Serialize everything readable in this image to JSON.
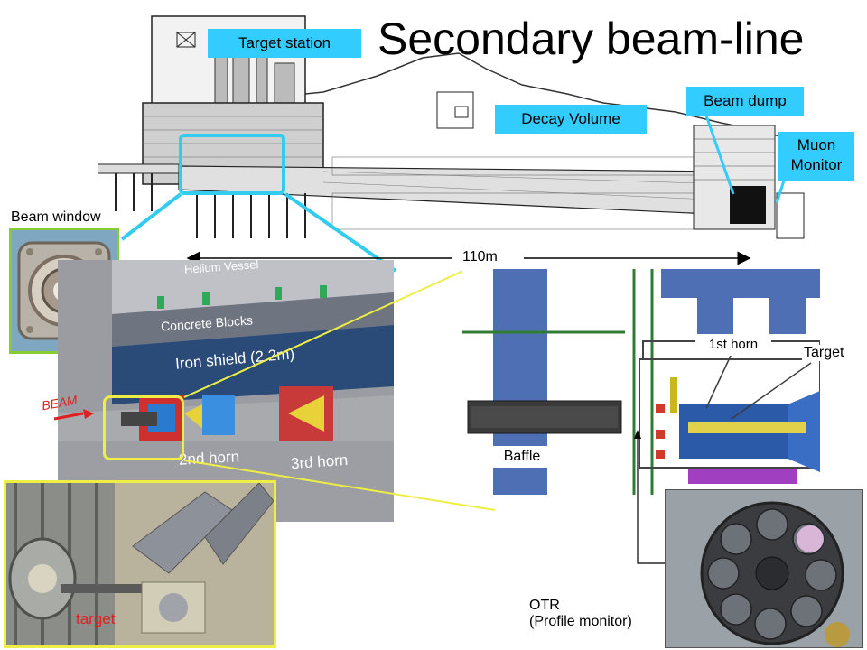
{
  "title": "Secondary beam-line",
  "callouts": {
    "target_station": "Target station",
    "decay_volume": "Decay Volume",
    "beam_dump": "Beam dump",
    "muon_monitor_line1": "Muon",
    "muon_monitor_line2": "Monitor"
  },
  "labels": {
    "beam_window": "Beam window",
    "distance": "110m",
    "helium_vessel": "Helium Vessel",
    "concrete_blocks": "Concrete Blocks",
    "iron_shield": "Iron shield (2.2m)",
    "beam": "BEAM",
    "second_horn": "2nd horn",
    "third_horn": "3rd horn",
    "first_horn": "1st horn",
    "target": "Target",
    "baffle": "Baffle",
    "otr_line1": "OTR",
    "otr_line2": "(Profile monitor)",
    "target_photo": "target"
  },
  "colors": {
    "callout_bg": "#33ccff",
    "highlight_cyan": "#33ccee",
    "highlight_yellow": "#eeee44",
    "photo_border_green": "#88cc33"
  }
}
